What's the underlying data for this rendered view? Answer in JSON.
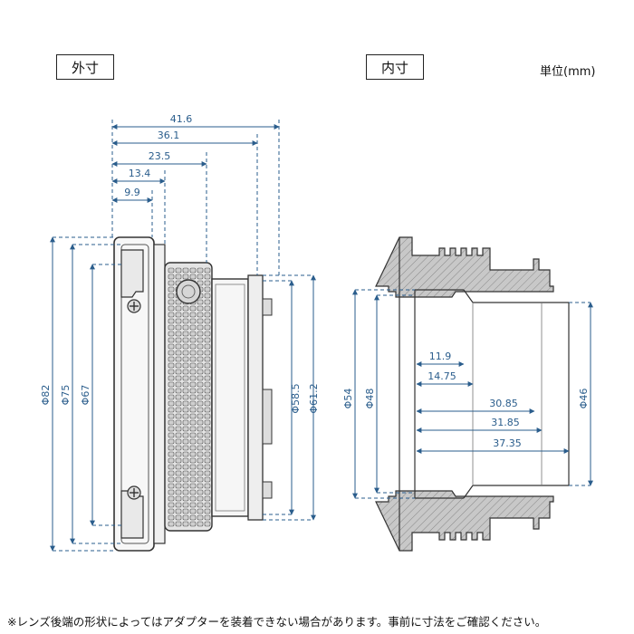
{
  "labels": {
    "outer": "外寸",
    "inner": "内寸",
    "unit": "単位(mm)",
    "note": "※レンズ後端の形状によってはアダプターを装着できない場合があります。事前に寸法をご確認ください。"
  },
  "outer_dims": {
    "horizontal": [
      "41.6",
      "36.1",
      "23.5",
      "13.4",
      "9.9"
    ],
    "vertical": [
      "Φ82",
      "Φ75",
      "Φ67",
      "Φ58.5",
      "Φ61.2"
    ]
  },
  "inner_dims": {
    "horizontal": [
      "11.9",
      "14.75",
      "30.85",
      "31.85",
      "37.35"
    ],
    "vertical": [
      "Φ54",
      "Φ48",
      "Φ46"
    ]
  },
  "colors": {
    "dimension": "#2a5d8c",
    "outline": "#333333",
    "section": "#bdbdbd"
  }
}
